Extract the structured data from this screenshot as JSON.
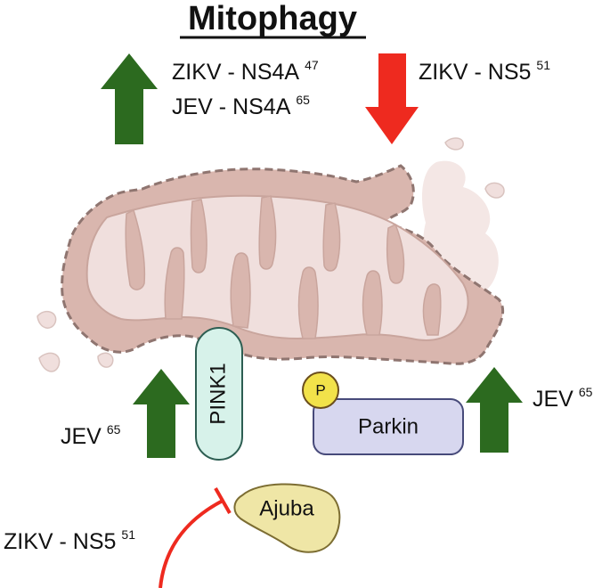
{
  "title": "Mitophagy",
  "colors": {
    "up_arrow": "#2c6a1f",
    "down_arrow": "#ee2a1f",
    "mito_fill": "#d9b6ae",
    "mito_inner": "#f0dfdd",
    "mito_outline": "#8f7570",
    "pink1_fill": "#d7f2ea",
    "parkin_fill": "#d7d7ef",
    "phospho_fill": "#f2e24a",
    "ajuba_fill": "#efe6a6",
    "inhibit_line": "#ee2a1f"
  },
  "labels": {
    "top_left_line1": {
      "text": "ZIKV - NS4A",
      "ref": "47"
    },
    "top_left_line2": {
      "text": "JEV - NS4A",
      "ref": "65"
    },
    "top_right": {
      "text": "ZIKV - NS5",
      "ref": "51"
    },
    "mid_left": {
      "text": "JEV",
      "ref": "65"
    },
    "mid_right": {
      "text": "JEV",
      "ref": "65"
    },
    "bottom_left": {
      "text": "ZIKV - NS5",
      "ref": "51"
    }
  },
  "proteins": {
    "pink1": "PINK1",
    "parkin": "Parkin",
    "phospho": "P",
    "ajuba": "Ajuba"
  }
}
